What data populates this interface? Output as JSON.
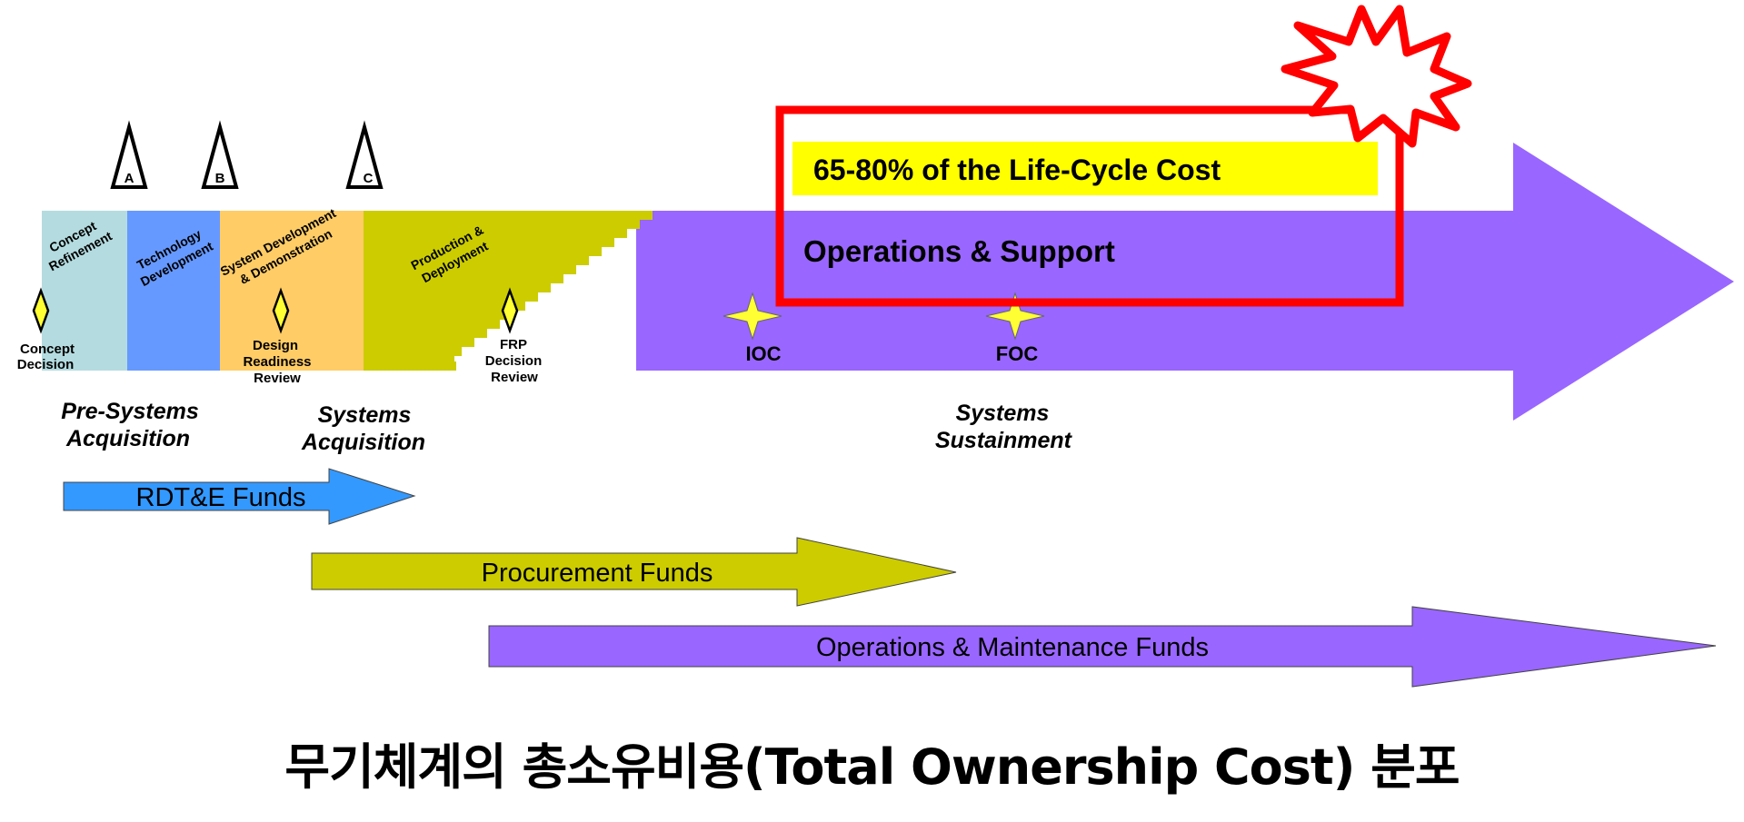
{
  "milestones": [
    {
      "letter": "A"
    },
    {
      "letter": "B"
    },
    {
      "letter": "C"
    }
  ],
  "phases": [
    {
      "line1": "Concept",
      "line2": "Refinement"
    },
    {
      "line1": "Technology",
      "line2": "Development"
    },
    {
      "line1": "System Development",
      "line2": "& Demonstration"
    },
    {
      "line1": "Production &",
      "line2": "Deployment"
    }
  ],
  "decisions": {
    "concept": [
      "Concept",
      "Decision"
    ],
    "design": [
      "Design",
      "Readiness",
      "Review"
    ],
    "frp": [
      "FRP",
      "Decision",
      "Review"
    ]
  },
  "stars": {
    "ioc": "IOC",
    "foc": "FOC"
  },
  "operations_label": "Operations & Support",
  "cost_label": "65-80% of the Life-Cycle Cost",
  "groups": {
    "pre_systems": [
      "Pre-Systems",
      "Acquisition"
    ],
    "systems_acquisition": [
      "Systems",
      "Acquisition"
    ],
    "sustainment": [
      "Systems",
      "Sustainment"
    ]
  },
  "funds": {
    "rdte": "RDT&E Funds",
    "procurement": "Procurement Funds",
    "om": "Operations & Maintenance Funds"
  },
  "caption": "무기체계의 총소유비용(Total Ownership Cost) 분포",
  "colors": {
    "concept": "#b4dce0",
    "technology": "#6699ff",
    "sdd": "#ffcc66",
    "production": "#cccc00",
    "operations": "#9966ff",
    "highlight_box": "#ff0000",
    "cost_bg": "#ffff00",
    "rdte_arrow": "#3399ff",
    "procurement_arrow": "#cccc00",
    "om_arrow": "#9966ff",
    "star": "#ffff33"
  }
}
